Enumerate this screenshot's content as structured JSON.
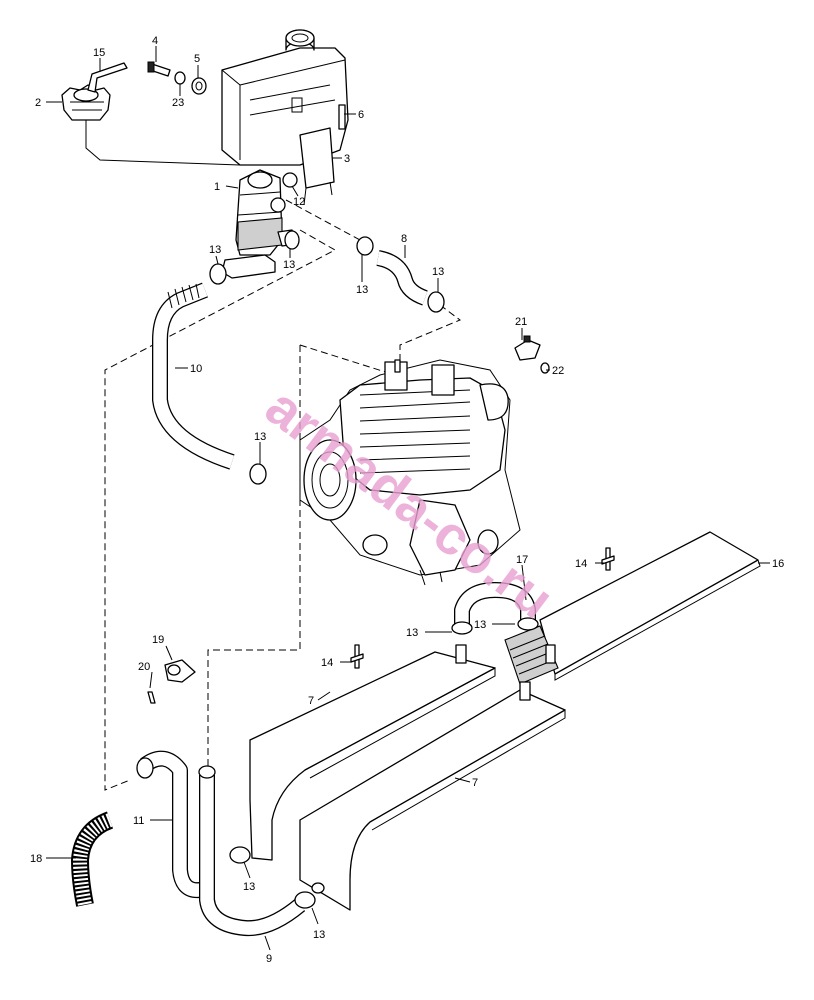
{
  "watermark": "armada-co.ru",
  "callouts": {
    "c1": "1",
    "c2": "2",
    "c3": "3",
    "c4": "4",
    "c5": "5",
    "c6": "6",
    "c7a": "7",
    "c7b": "7",
    "c8": "8",
    "c9": "9",
    "c10": "10",
    "c11": "11",
    "c12": "12",
    "c13a": "13",
    "c13b": "13",
    "c13c": "13",
    "c13d": "13",
    "c13e": "13",
    "c13f": "13",
    "c13g": "13",
    "c13h": "13",
    "c13i": "13",
    "c14a": "14",
    "c14b": "14",
    "c15": "15",
    "c16": "16",
    "c17": "17",
    "c18": "18",
    "c19": "19",
    "c20": "20",
    "c21": "21",
    "c22": "22",
    "c23": "23"
  }
}
